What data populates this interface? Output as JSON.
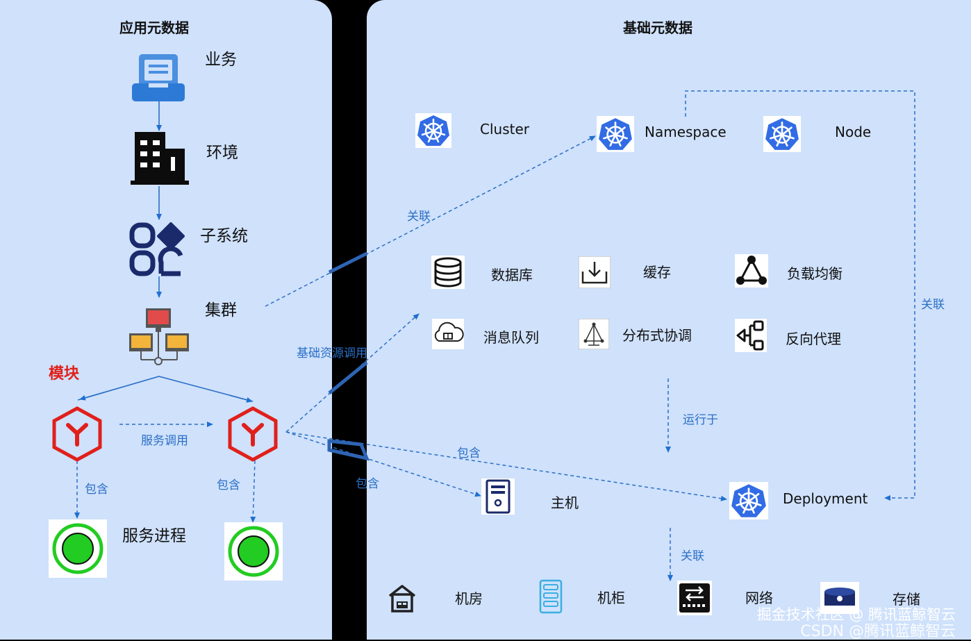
{
  "left_panel": {
    "title": "应用元数据",
    "nodes": {
      "business": "业务",
      "environment": "环境",
      "subsystem": "子系统",
      "cluster": "集群",
      "module": "模块",
      "service_process": "服务进程"
    }
  },
  "right_panel": {
    "title": "基础元数据",
    "k8s": {
      "cluster": "Cluster",
      "namespace": "Namespace",
      "node": "Node",
      "deployment": "Deployment"
    },
    "resources": {
      "database": "数据库",
      "cache": "缓存",
      "load_balance": "负载均衡",
      "message_queue": "消息队列",
      "distributed_coord": "分布式协调",
      "reverse_proxy": "反向代理",
      "host": "主机"
    },
    "infra": {
      "machine_room": "机房",
      "cabinet": "机柜",
      "network": "网络",
      "storage": "存储"
    }
  },
  "edge_labels": {
    "associate_1": "关联",
    "associate_2": "关联",
    "associate_3": "关联",
    "base_resource_call": "基础资源调用",
    "service_call": "服务调用",
    "contain_1": "包含",
    "contain_2": "包含",
    "contain_3": "包含",
    "contain_4": "包含",
    "runs_on": "运行于"
  },
  "watermark": {
    "line1": "掘金技术社区 @ 腾讯蓝鲸智云",
    "line2": "CSDN @腾讯蓝鲸智云"
  },
  "colors": {
    "panel": "#cfe1fb",
    "arrow": "#2b6fc6",
    "k8s_blue": "#326ce5",
    "module_red": "#e0201b",
    "process_green": "#22cc22",
    "icon_navy": "#1a2a6b"
  }
}
